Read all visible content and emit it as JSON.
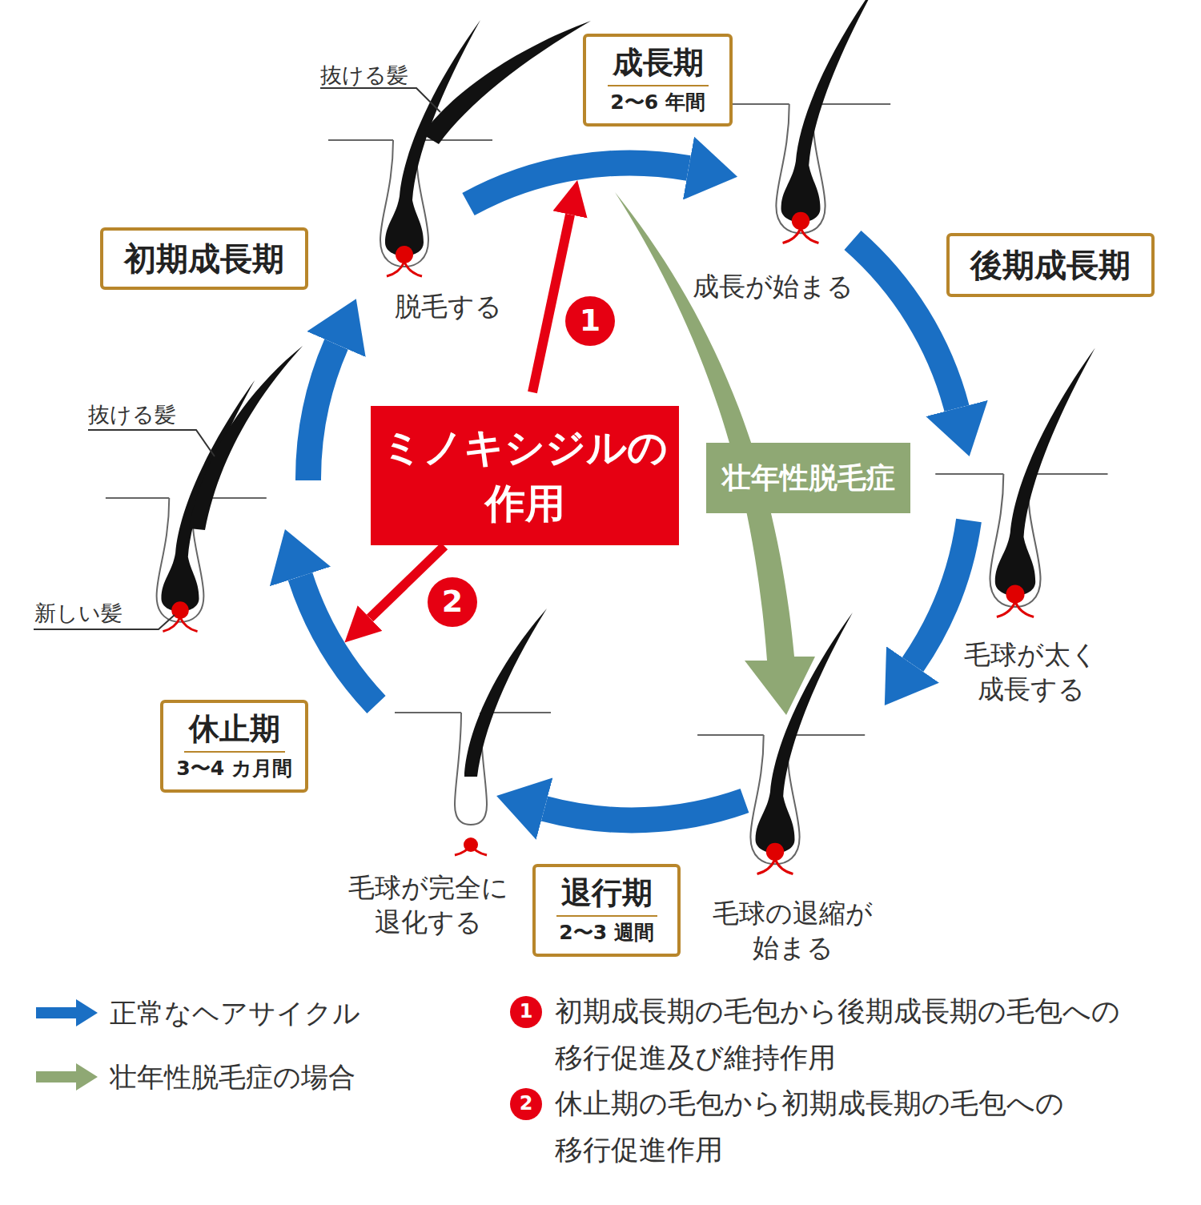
{
  "diagram": {
    "nodes": [
      {
        "text": [
          "成長期",
          "2〜6 年間"
        ]
      },
      {
        "text": [
          "初期成長期"
        ]
      },
      {
        "text": [
          "後期成長期"
        ]
      },
      {
        "text": [
          "ミノキシジルの 作用"
        ]
      },
      {
        "text": [
          "壮年性脱毛症"
        ]
      },
      {
        "text": [
          "休止期",
          "3〜4 カ月間"
        ]
      },
      {
        "text": [
          "退行期",
          "2〜3 週間"
        ]
      }
    ],
    "labels": [
      "抜ける髪",
      "脱毛する",
      "成長が始まる",
      "1",
      "抜ける髪",
      "毛球が太く 成長する",
      "新しい髪",
      "2",
      "毛球の退縮が 始まる",
      "毛球が完全に 退化する",
      "1",
      "初期成長期の毛包から後期成長期の毛包への 移行促進及び維持作用",
      "2",
      "休止期の毛包から初期成長期の毛包への 移行促進作用"
    ],
    "legend": [
      {
        "text": "正常なヘアサイクル"
      },
      {
        "text": "壮年性脱毛症の場合"
      }
    ]
  }
}
